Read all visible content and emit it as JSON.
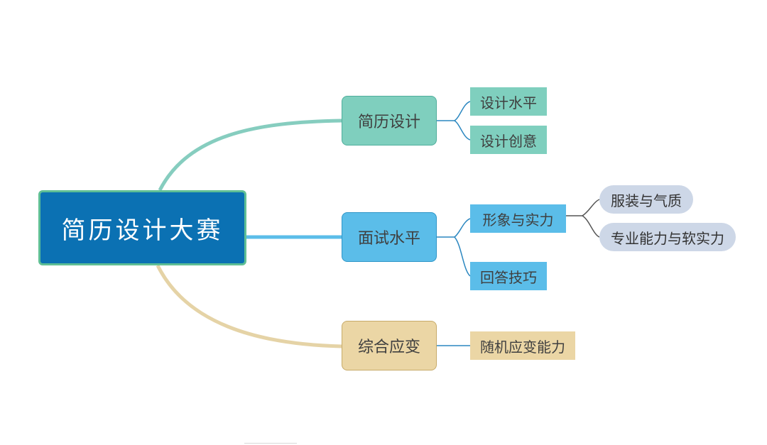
{
  "root": {
    "label": "简历设计大赛",
    "color": "#0b71b3"
  },
  "branches": [
    {
      "label": "简历设计",
      "color": "#7fcfbe",
      "children": [
        "设计水平",
        "设计创意"
      ]
    },
    {
      "label": "面试水平",
      "color": "#5bbde9",
      "children": [
        "形象与实力",
        "回答技巧"
      ],
      "grandchildren": [
        "服装与气质",
        "专业能力与软实力"
      ]
    },
    {
      "label": "综合应变",
      "color": "#ebd6a5",
      "children": [
        "随机应变能力"
      ]
    }
  ]
}
